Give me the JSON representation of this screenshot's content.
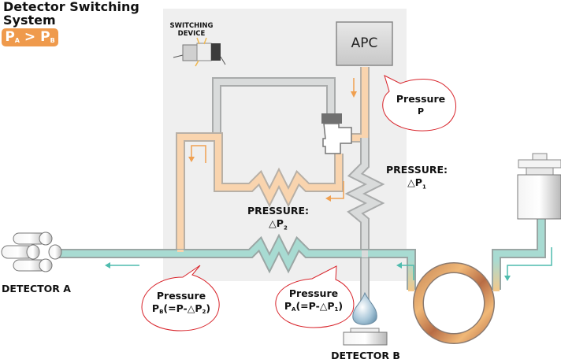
{
  "title": "Detector Switching System",
  "title_line1": "Detector Switching",
  "title_line2": "System",
  "badge": {
    "left": "P",
    "left_sub": "A",
    "op": ">",
    "right": "P",
    "right_sub": "B",
    "color": "#ef9a4c"
  },
  "switching_device_label_1": "SWITCHING",
  "switching_device_label_2": "DEVICE",
  "apc_label": "APC",
  "bubble_p": {
    "line1": "Pressure",
    "line2": "P"
  },
  "bubble_pb": {
    "line1": "Pressure",
    "main": "P",
    "sub": "B",
    "expr": "(=P-△P",
    "expr_sub": "2",
    "close": ")"
  },
  "bubble_pa": {
    "line1": "Pressure",
    "main": "P",
    "sub": "A",
    "expr": "(=P-△P",
    "expr_sub": "1",
    "close": ")"
  },
  "pressure_dp1": {
    "line1": "PRESSURE:",
    "symbol": "△P",
    "sub": "1"
  },
  "pressure_dp2": {
    "line1": "PRESSURE:",
    "symbol": "△P",
    "sub": "2"
  },
  "detector_a_label": "DETECTOR A",
  "detector_b_label": "DETECTOR B",
  "colors": {
    "orange_tube": "#f9d4ae",
    "gray_tube": "#d6d8d8",
    "teal_tube": "#a8dbd2",
    "orange_arrow": "#f0a050",
    "teal_arrow": "#4fbcae",
    "bubble_border": "#d8232a",
    "panel": "#efefef"
  }
}
